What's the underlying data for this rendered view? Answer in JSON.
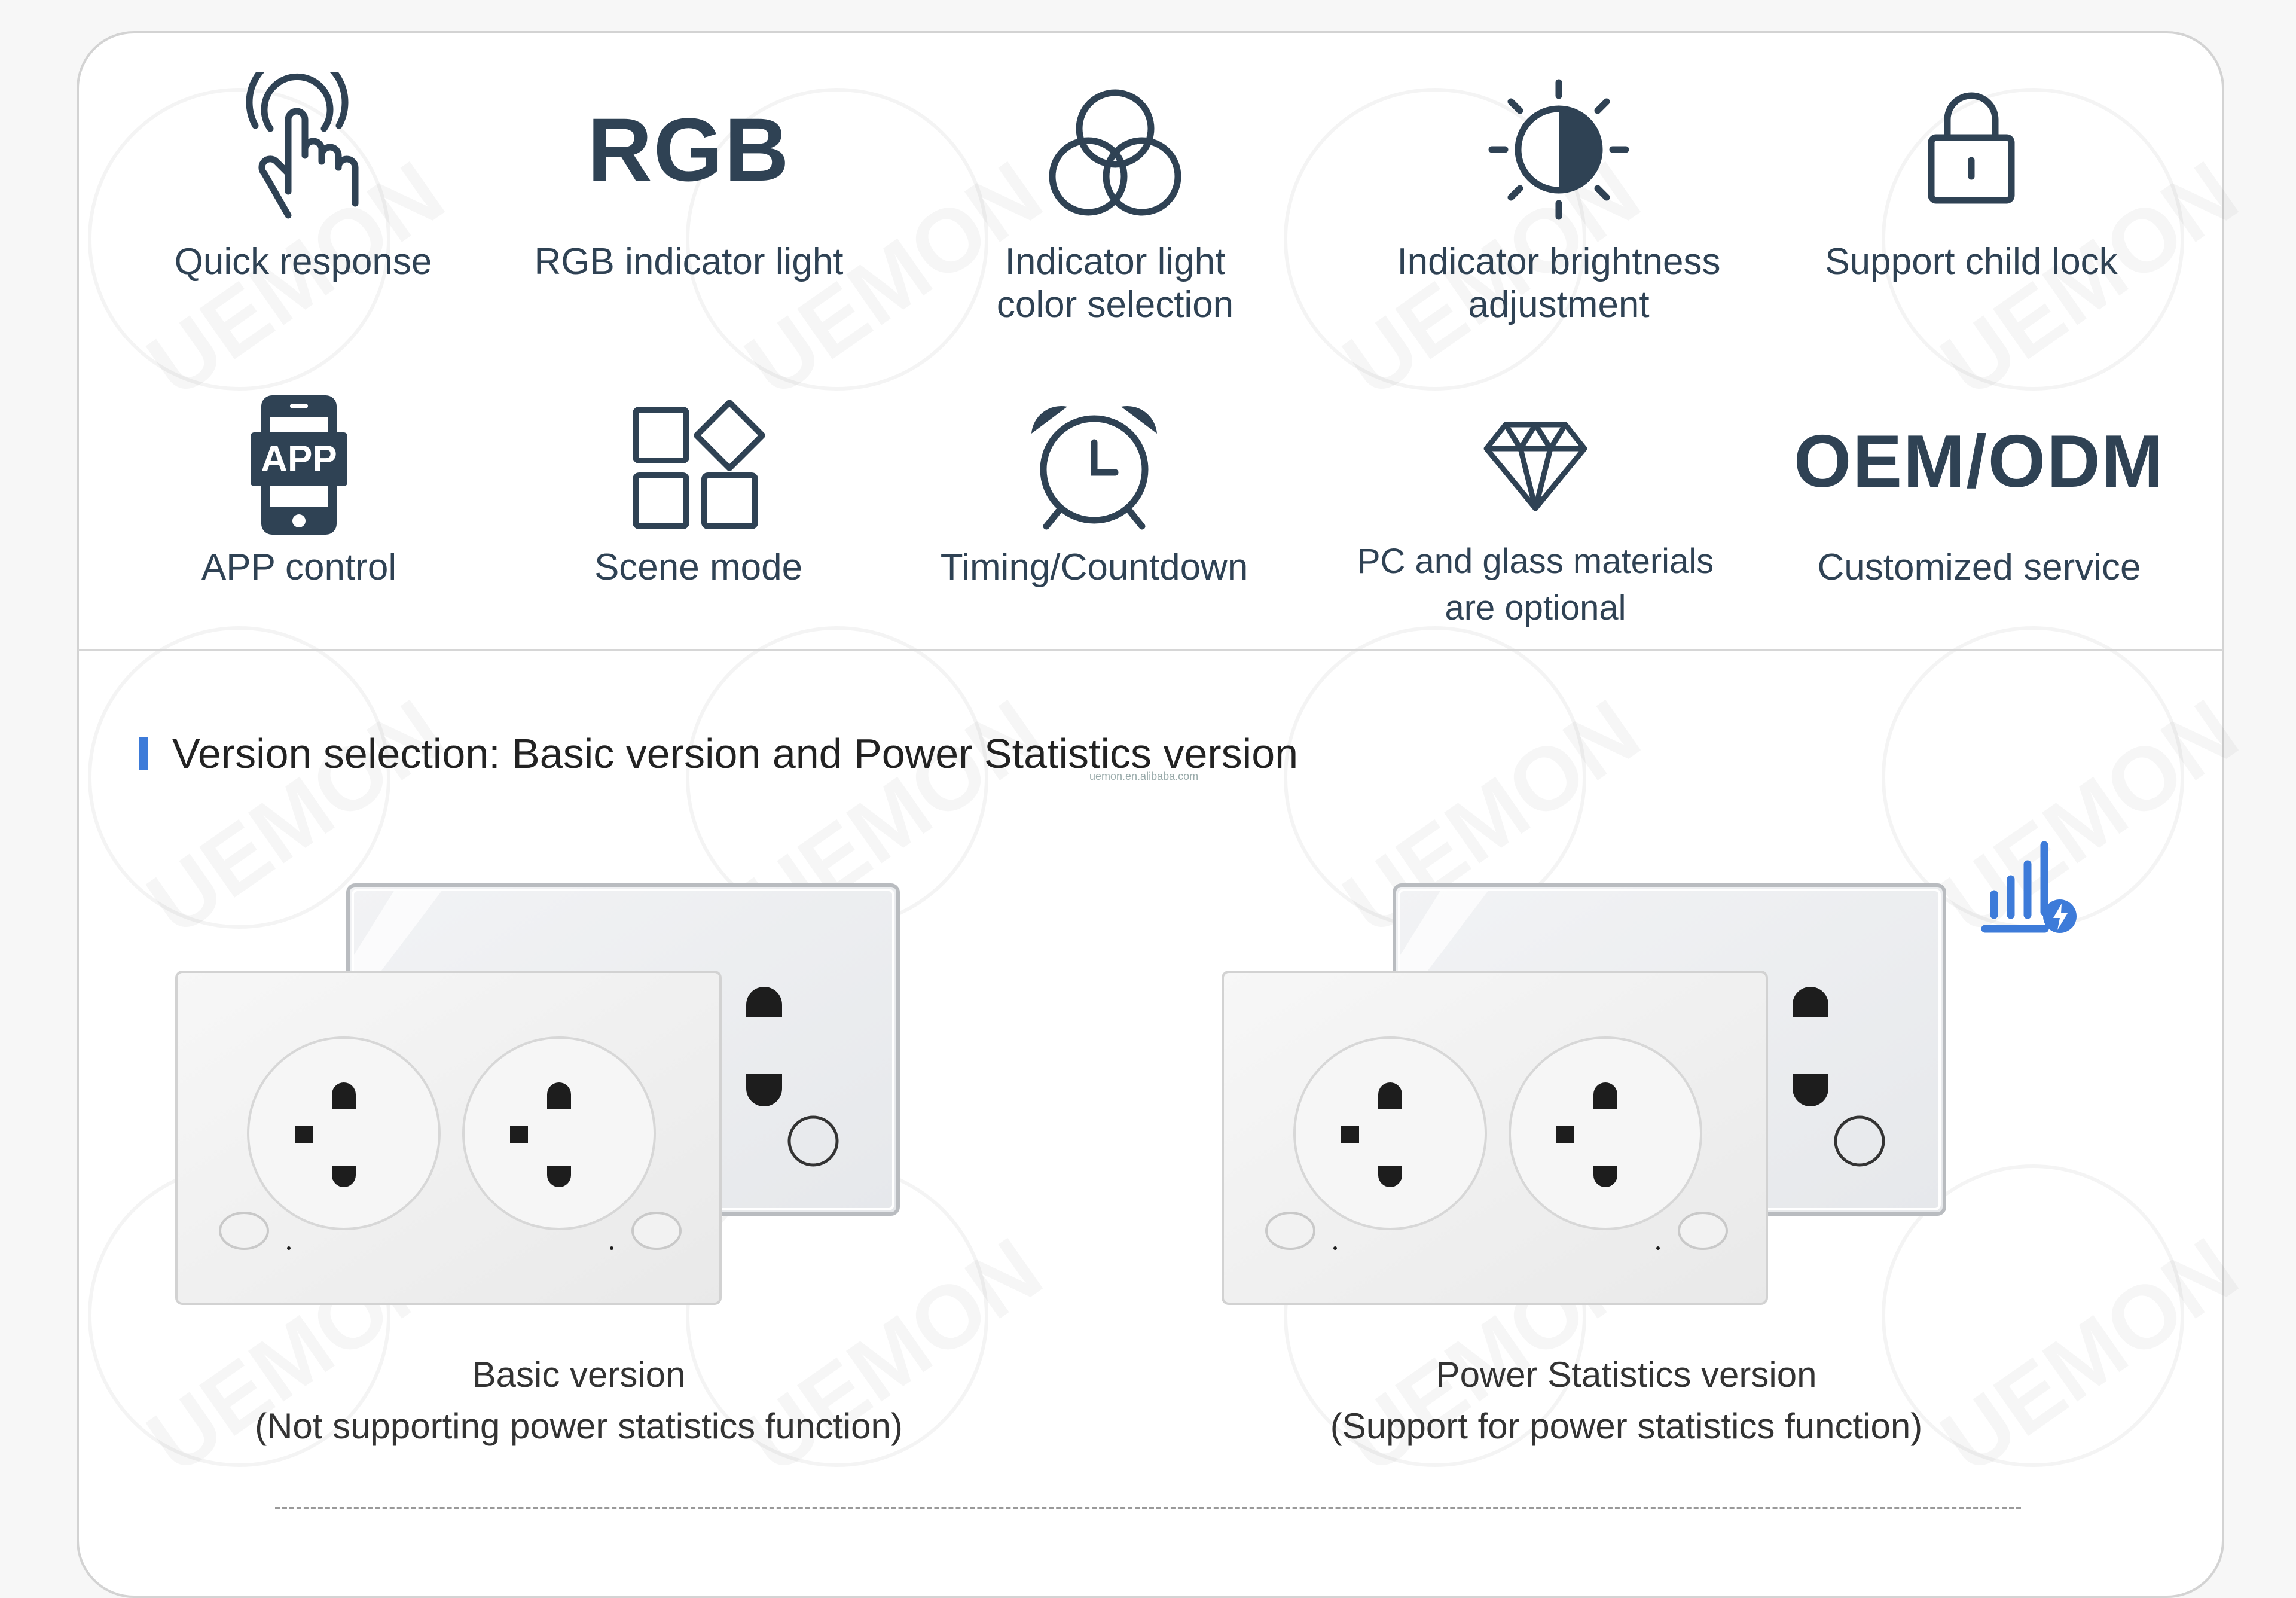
{
  "features": [
    {
      "id": "quick-response",
      "label": "Quick response",
      "icon": "touch-finger-icon"
    },
    {
      "id": "rgb-indicator",
      "label": "RGB indicator light",
      "icon_text": "RGB"
    },
    {
      "id": "color-selection",
      "label": "Indicator light\ncolor selection",
      "icon": "color-circles-icon"
    },
    {
      "id": "brightness",
      "label": "Indicator brightness\nadjustment",
      "icon": "brightness-icon"
    },
    {
      "id": "child-lock",
      "label": "Support child lock",
      "icon": "padlock-icon"
    },
    {
      "id": "app-control",
      "label": "APP control",
      "icon": "phone-app-icon",
      "icon_text": "APP"
    },
    {
      "id": "scene-mode",
      "label": "Scene mode",
      "icon": "scene-grid-icon"
    },
    {
      "id": "timing",
      "label": "Timing/Countdown",
      "icon": "alarm-clock-icon"
    },
    {
      "id": "materials",
      "label": "PC and glass materials\nare optional",
      "icon": "diamond-icon"
    },
    {
      "id": "oem",
      "label": "Customized service",
      "icon_text": "OEM/ODM"
    }
  ],
  "section": {
    "title": "Version selection: Basic version and Power Statistics version",
    "url": "uemon.en.alibaba.com"
  },
  "versions": [
    {
      "name": "Basic version",
      "note": "(Not supporting power statistics function)"
    },
    {
      "name": "Power Statistics version",
      "note": "(Support for power statistics function)"
    }
  ],
  "watermark_text": "UEMON",
  "colors": {
    "accent": "#3d7bd9",
    "icon": "#2f4254",
    "text": "#2f4254"
  }
}
